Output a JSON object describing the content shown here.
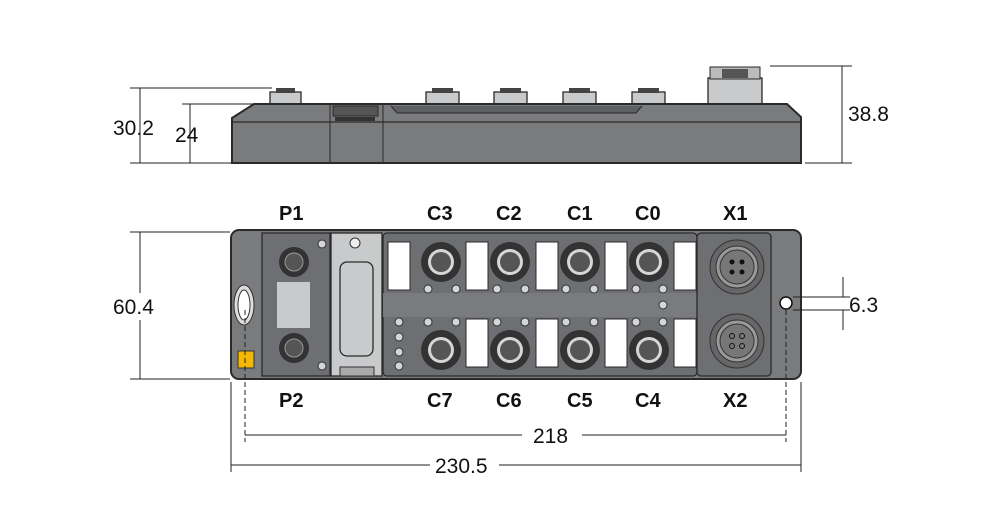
{
  "dimensions": {
    "side_height_total": "30.2",
    "side_height_body": "24",
    "side_height_x1": "38.8",
    "front_height": "60.4",
    "hole_diameter": "6.3",
    "hole_spacing": "218",
    "overall_length": "230.5"
  },
  "port_labels_top": [
    "P1",
    "C3",
    "C2",
    "C1",
    "C0",
    "X1"
  ],
  "port_labels_bottom": [
    "P2",
    "C7",
    "C6",
    "C5",
    "C4",
    "X2"
  ],
  "colors": {
    "housing": "#7a7b7d",
    "panel": "#c9cacc",
    "status_led": "#f5b800"
  }
}
